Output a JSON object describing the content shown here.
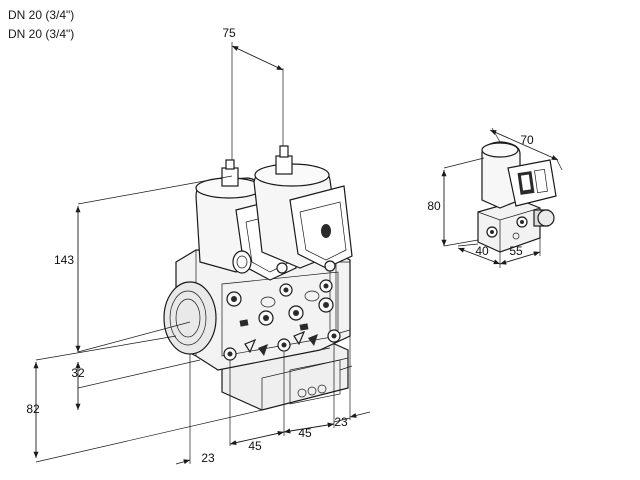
{
  "header": {
    "line1": "DN 20 (3/4\")",
    "line2": "DN 20 (3/4\")"
  },
  "dimensions": {
    "d75": "75",
    "d143": "143",
    "d32": "32",
    "d82": "82",
    "d23_bottom": "23",
    "d45_left": "45",
    "d45_right": "45",
    "d23_right": "23",
    "small_70": "70",
    "small_80": "80",
    "small_40": "40",
    "small_55": "55"
  },
  "colors": {
    "line": "#1a1a1a",
    "body_fill": "#f4f4f4",
    "shade": "#d8d8d8",
    "dark": "#2a2a2a"
  }
}
